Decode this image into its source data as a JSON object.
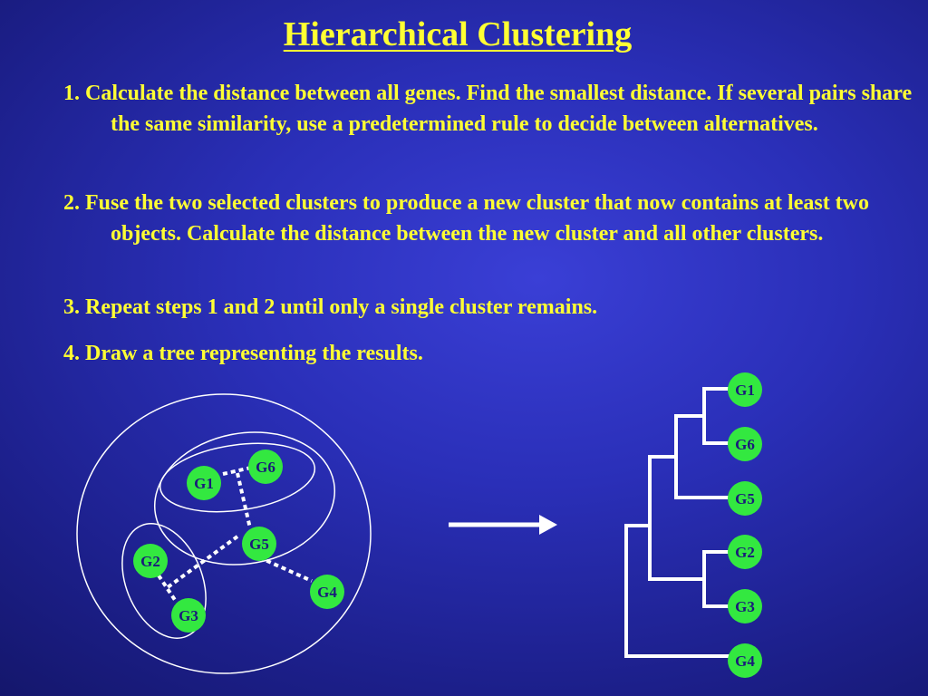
{
  "slide": {
    "title": "Hierarchical Clustering",
    "steps": [
      "1. Calculate the distance between all genes. Find the smallest distance. If several pairs share the same similarity, use a predetermined rule to decide between alternatives.",
      "2. Fuse the two selected clusters to produce a new cluster that now contains at least two objects. Calculate the distance between the new cluster and all other clusters.",
      "3. Repeat steps 1 and 2 until only a single cluster remains.",
      "4. Draw a tree representing the results."
    ]
  },
  "cluster_diagram": {
    "nodes": {
      "g1": "G1",
      "g6": "G6",
      "g5": "G5",
      "g2": "G2",
      "g3": "G3",
      "g4": "G4"
    },
    "links": [
      [
        "G1",
        "G6"
      ],
      [
        "G6",
        "G5"
      ],
      [
        "G5",
        "G2"
      ],
      [
        "G5",
        "G4"
      ],
      [
        "G2",
        "G3"
      ]
    ]
  },
  "dendrogram": {
    "leaves": [
      "G1",
      "G6",
      "G5",
      "G2",
      "G3",
      "G4"
    ],
    "merges": [
      [
        "G1",
        "G6"
      ],
      [
        "G1-G6",
        "G5"
      ],
      [
        "G2",
        "G3"
      ],
      [
        "G1-G6-G5",
        "G2-G3"
      ],
      [
        "G1-G6-G5-G2-G3",
        "G4"
      ]
    ]
  },
  "colors": {
    "text": "#ffff33",
    "node_fill": "#33e840",
    "node_text": "#1a1a7a",
    "lines": "#ffffff",
    "background": "#2a2fb8"
  }
}
